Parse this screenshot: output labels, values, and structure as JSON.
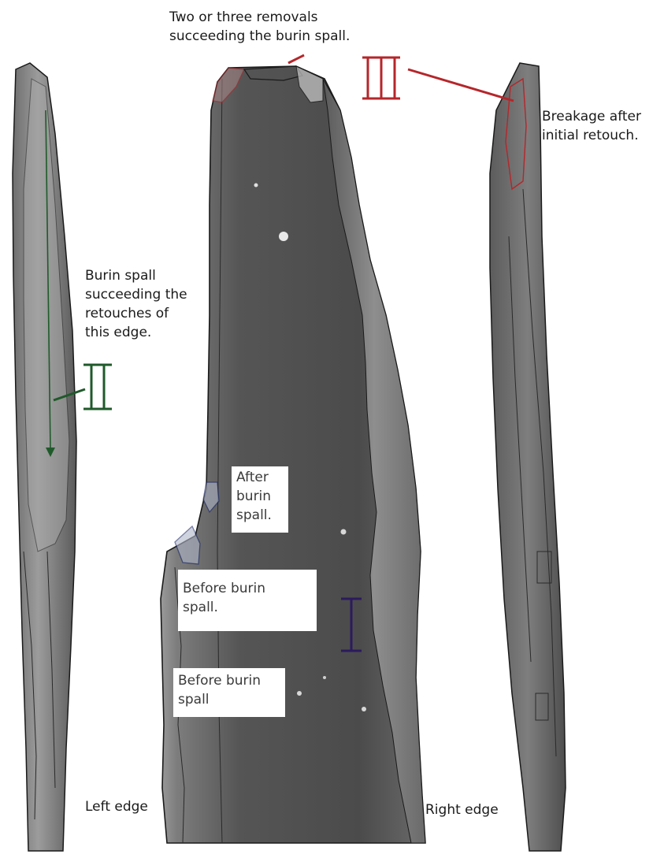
{
  "annotations": {
    "top_center": [
      "Two or three removals",
      "succeeding the burin spall."
    ],
    "breakage": [
      "Breakage after",
      "initial retouch."
    ],
    "burin_spall": [
      "Burin spall",
      "succeeding the",
      "retouches of",
      "this edge."
    ],
    "after_burin": [
      "After",
      "burin",
      "spall."
    ],
    "before_burin_1": [
      "Before burin",
      "spall."
    ],
    "before_burin_2": [
      "Before burin",
      "spall"
    ],
    "left_edge": "Left edge",
    "right_edge": "Right edge"
  },
  "markers": {
    "roman_three": {
      "numeral": "III",
      "color": "#b5262a"
    },
    "roman_two": {
      "numeral": "II",
      "color": "#1f5a2a"
    },
    "roman_one": {
      "numeral": "I",
      "color": "#2c1a5e"
    }
  },
  "colors": {
    "stone_dark": "#4a4a4a",
    "stone_mid": "#6b6b6b",
    "stone_light": "#9a9a9a",
    "outline": "#1a1a1a",
    "blue_scar": "#1c2a6b"
  }
}
